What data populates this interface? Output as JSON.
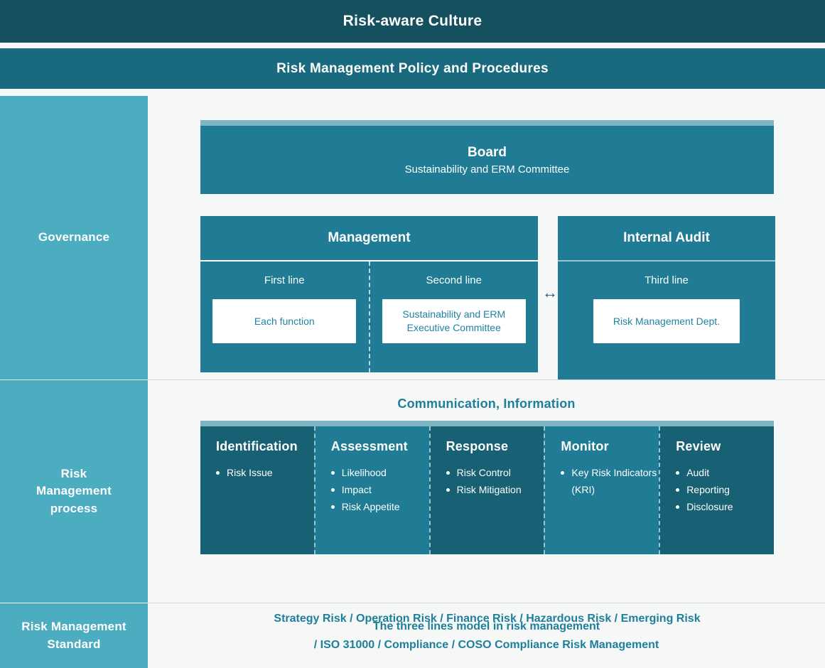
{
  "banners": {
    "culture": "Risk-aware Culture",
    "policy": "Risk Management Policy and Procedures"
  },
  "rows": {
    "governance_label": "Governance",
    "process_label": "Risk\nManagement\nprocess",
    "process_label_lines": [
      "Risk",
      "Management",
      "process"
    ],
    "standard_label_lines": [
      "Risk Management",
      "Standard"
    ]
  },
  "governance": {
    "board": {
      "title": "Board",
      "subtitle": "Sustainability and ERM Committee"
    },
    "arrow_down": "↓",
    "arrow_up": "↑",
    "arrows_pair": "↓ ↑",
    "double_arrow": "↔",
    "management": {
      "title": "Management",
      "columns": [
        {
          "label": "First line",
          "chip": "Each function"
        },
        {
          "label": "Second line",
          "chip": "Sustainability and ERM\nExecutive Committee"
        }
      ]
    },
    "internal_audit": {
      "title": "Internal Audit",
      "label": "Third line",
      "chip": "Risk Management Dept."
    }
  },
  "process": {
    "communication_title": "Communication, Information",
    "risk_types": "Strategy Risk / Operation Risk / Finance Risk / Hazardous Risk / Emerging Risk",
    "columns": [
      {
        "title": "Identification",
        "items": [
          "Risk Issue"
        ],
        "shade": "dark"
      },
      {
        "title": "Assessment",
        "items": [
          "Likelihood",
          "Impact",
          "Risk Appetite"
        ],
        "shade": "mid"
      },
      {
        "title": "Response",
        "items": [
          "Risk Control",
          "Risk Mitigation"
        ],
        "shade": "dark"
      },
      {
        "title": "Monitor",
        "items": [
          "Key Risk Indicators (KRI)"
        ],
        "shade": "mid"
      },
      {
        "title": "Review",
        "items": [
          "Audit",
          "Reporting",
          "Disclosure"
        ],
        "shade": "dark"
      }
    ]
  },
  "standard": {
    "line1": "The three lines model in risk management",
    "line2": "/ ISO 31000 / Compliance / COSO Compliance Risk Management"
  },
  "colors": {
    "culture_band": "#15505f",
    "policy_band": "#196a7e",
    "sidebar": "#4cacc0",
    "box_dark": "#186073",
    "box_mid": "#1f7c94",
    "accent_bar": "#7fb4c2",
    "page_bg": "#f6f7f7",
    "text_teal": "#1d7f9a"
  }
}
